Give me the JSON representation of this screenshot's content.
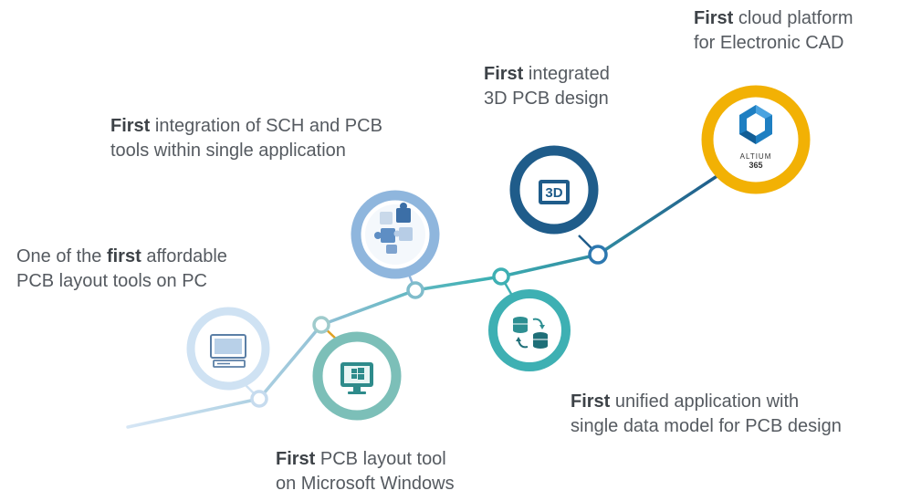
{
  "milestones": [
    {
      "id": "pc",
      "lines": [
        {
          "parts": [
            {
              "text": "One of the ",
              "bold": false
            },
            {
              "text": "first",
              "bold": true
            },
            {
              "text": " affordable",
              "bold": false
            }
          ]
        },
        {
          "parts": [
            {
              "text": "PCB layout tools on PC",
              "bold": false
            }
          ]
        }
      ],
      "icon": "desktop-computer-icon",
      "ring_color": "#cfe2f3"
    },
    {
      "id": "windows",
      "lines": [
        {
          "parts": [
            {
              "text": "First",
              "bold": true
            },
            {
              "text": " PCB layout tool",
              "bold": false
            }
          ]
        },
        {
          "parts": [
            {
              "text": "on Microsoft Windows",
              "bold": false
            }
          ]
        }
      ],
      "icon": "windows-monitor-icon",
      "ring_color": "#7cbfb8"
    },
    {
      "id": "sch-pcb",
      "lines": [
        {
          "parts": [
            {
              "text": "First",
              "bold": true
            },
            {
              "text": " integration of SCH and PCB",
              "bold": false
            }
          ]
        },
        {
          "parts": [
            {
              "text": "tools within single application",
              "bold": false
            }
          ]
        }
      ],
      "icon": "puzzle-icon",
      "ring_color": "#8fb6dd"
    },
    {
      "id": "unified",
      "lines": [
        {
          "parts": [
            {
              "text": "First",
              "bold": true
            },
            {
              "text": " unified application with",
              "bold": false
            }
          ]
        },
        {
          "parts": [
            {
              "text": "single data model for PCB design",
              "bold": false
            }
          ]
        }
      ],
      "icon": "database-sync-icon",
      "ring_color": "#3eb0b3"
    },
    {
      "id": "3d",
      "lines": [
        {
          "parts": [
            {
              "text": "First",
              "bold": true
            },
            {
              "text": " integrated",
              "bold": false
            }
          ]
        },
        {
          "parts": [
            {
              "text": "3D PCB design",
              "bold": false
            }
          ]
        }
      ],
      "icon": "3d-cube-icon",
      "icon_text": "3D",
      "ring_color": "#1f5c8a"
    },
    {
      "id": "cloud",
      "lines": [
        {
          "parts": [
            {
              "text": "First",
              "bold": true
            },
            {
              "text": " cloud platform",
              "bold": false
            }
          ]
        },
        {
          "parts": [
            {
              "text": "for Electronic CAD",
              "bold": false
            }
          ]
        }
      ],
      "icon": "altium-365-logo",
      "logo_text": [
        "ALTIUM",
        "365"
      ],
      "ring_color": "#f2b104"
    }
  ],
  "colors": {
    "text": "#555a60",
    "line_start": "#cfe2f3",
    "line_mid": "#3eb0b3",
    "line_end": "#1f5c8a",
    "node_fill": "#ffffff"
  }
}
